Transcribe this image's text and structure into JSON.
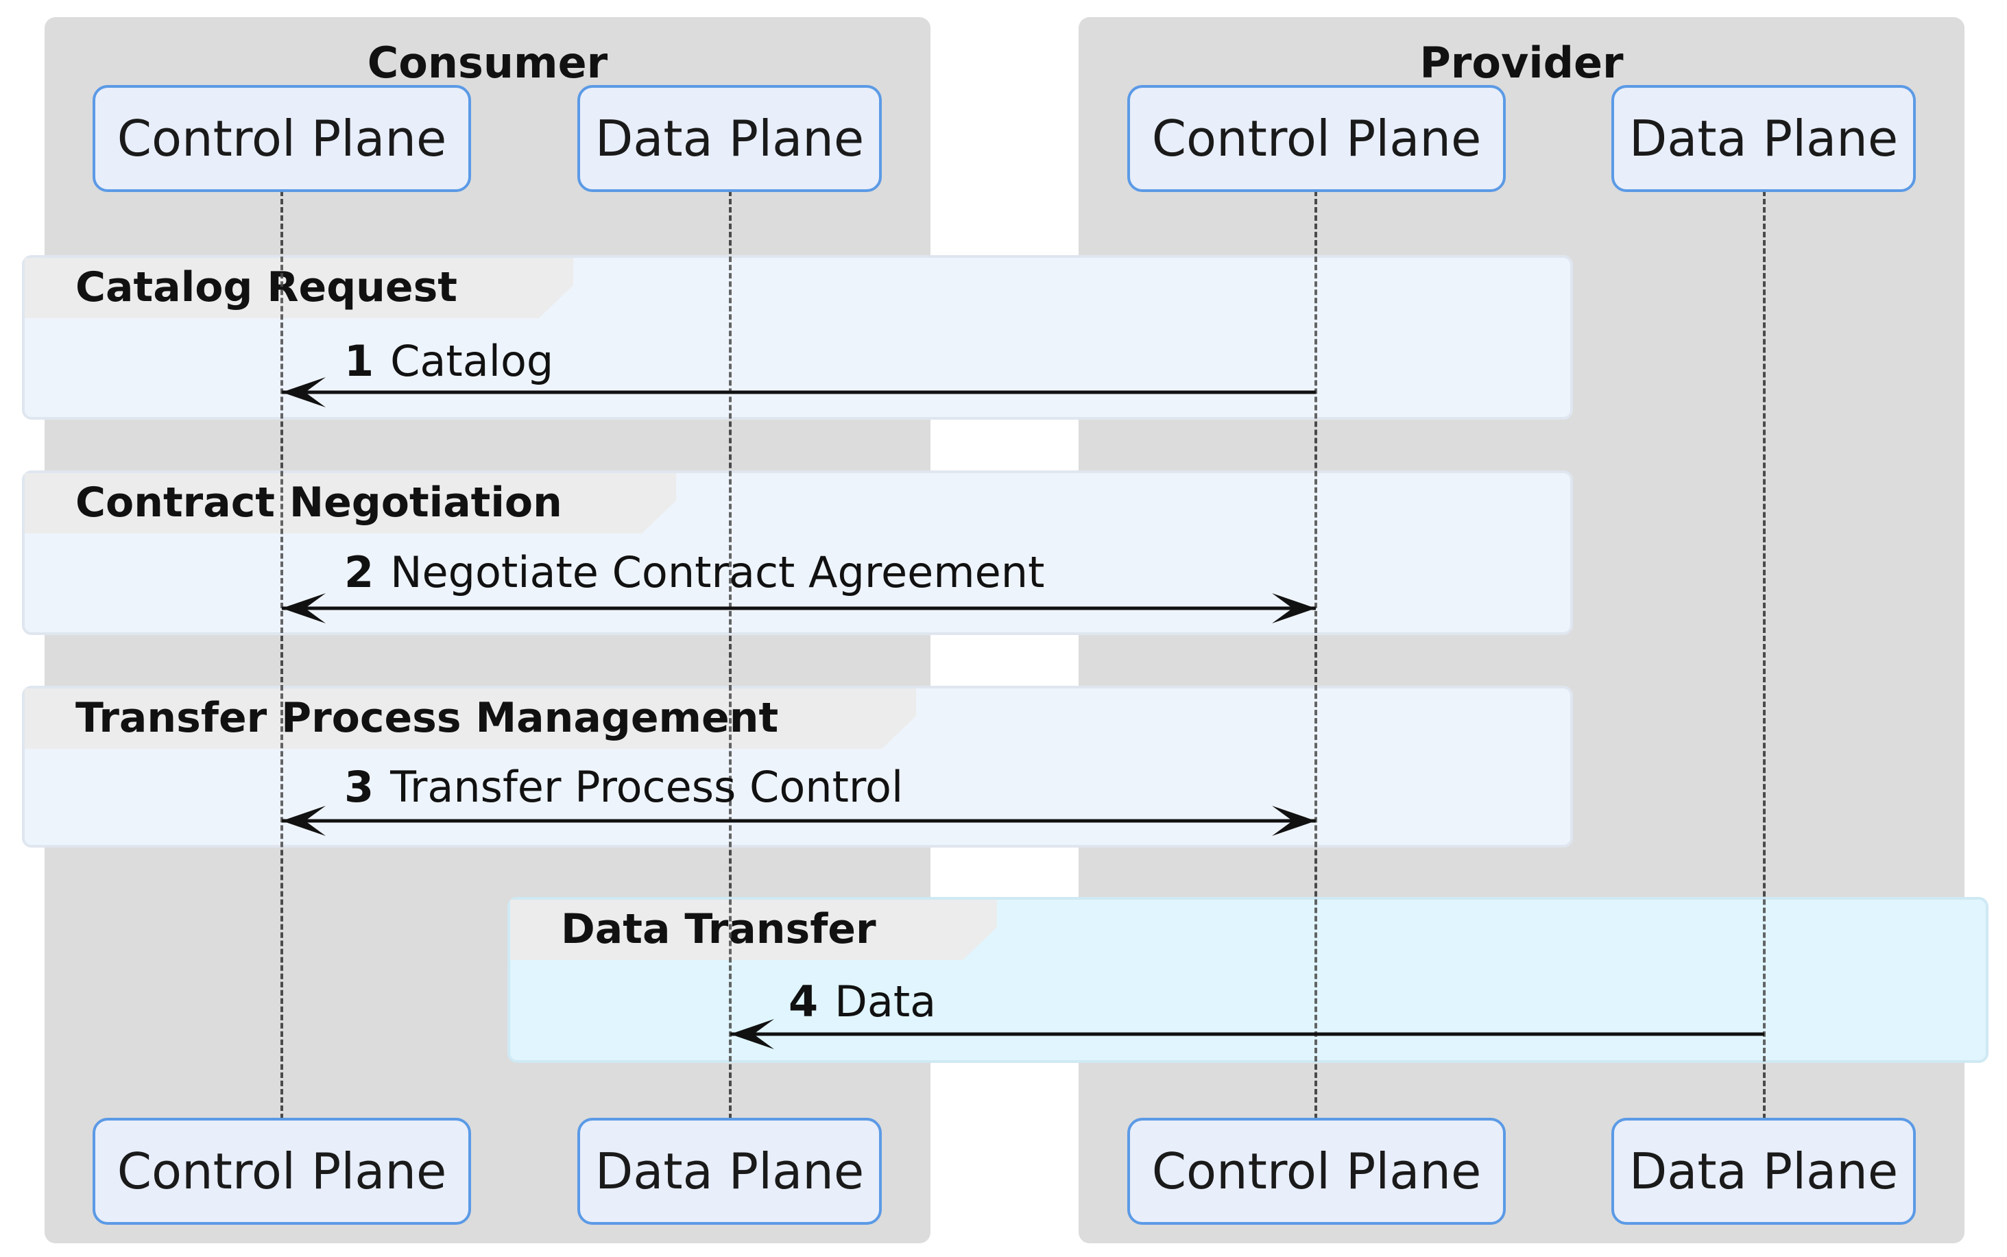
{
  "boxes": {
    "consumer": "Consumer",
    "provider": "Provider"
  },
  "participants": {
    "consumer_control": "Control Plane",
    "consumer_data": "Data Plane",
    "provider_control": "Control Plane",
    "provider_data": "Data Plane"
  },
  "groups": [
    {
      "title": "Catalog Request"
    },
    {
      "title": "Contract Negotiation"
    },
    {
      "title": "Transfer Process Management"
    },
    {
      "title": "Data Transfer"
    }
  ],
  "messages": [
    {
      "number": "1",
      "label": "Catalog",
      "from": "provider_control",
      "to": "consumer_control",
      "bidirectional": false
    },
    {
      "number": "2",
      "label": "Negotiate Contract Agreement",
      "from": "consumer_control",
      "to": "provider_control",
      "bidirectional": true
    },
    {
      "number": "3",
      "label": "Transfer Process Control",
      "from": "consumer_control",
      "to": "provider_control",
      "bidirectional": true
    },
    {
      "number": "4",
      "label": "Data",
      "from": "provider_data",
      "to": "consumer_data",
      "bidirectional": false
    }
  ],
  "colors": {
    "box_bg": "#dcdcdc",
    "participant_bg": "#e8eefa",
    "participant_border": "#5b9ae6",
    "group_bg": "#eef4fc",
    "data_transfer_bg": "#e0f5fd",
    "line": "#111111"
  }
}
